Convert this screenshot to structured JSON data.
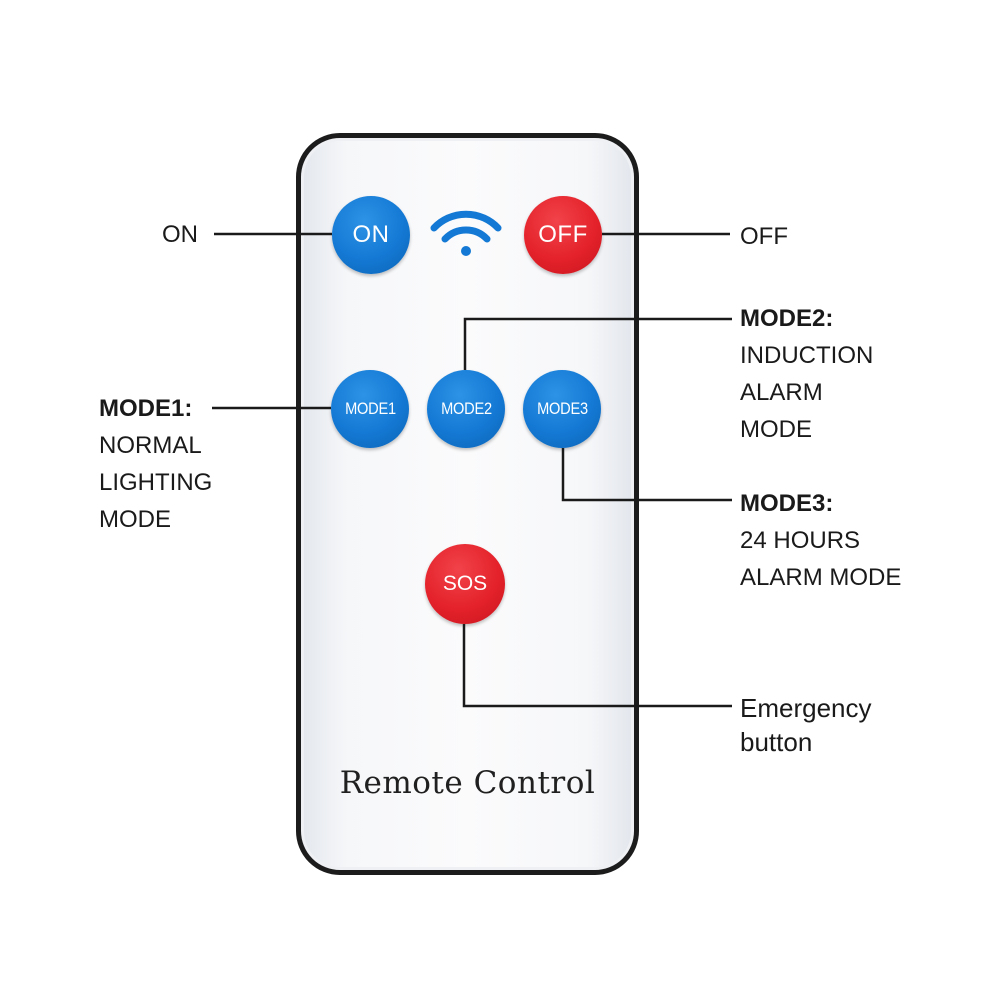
{
  "remote": {
    "label": "Remote Control",
    "buttons": {
      "on": "ON",
      "off": "OFF",
      "mode1": "MODE1",
      "mode2": "MODE2",
      "mode3": "MODE3",
      "sos": "SOS"
    },
    "signal_icon": "wifi-icon"
  },
  "callouts": {
    "on": "ON",
    "off": "OFF",
    "mode1": {
      "head": "MODE1:",
      "lines": [
        "NORMAL",
        "LIGHTING",
        "MODE"
      ]
    },
    "mode2": {
      "head": "MODE2:",
      "lines": [
        "INDUCTION",
        "ALARM",
        "MODE"
      ]
    },
    "mode3": {
      "head": "MODE3:",
      "lines": [
        "24 HOURS",
        "ALARM MODE"
      ]
    },
    "sos": {
      "lines": [
        "Emergency",
        "button"
      ]
    }
  },
  "colors": {
    "blue_button": "#1479d4",
    "red_button": "#e4222b",
    "outline": "#1c1c1c"
  }
}
